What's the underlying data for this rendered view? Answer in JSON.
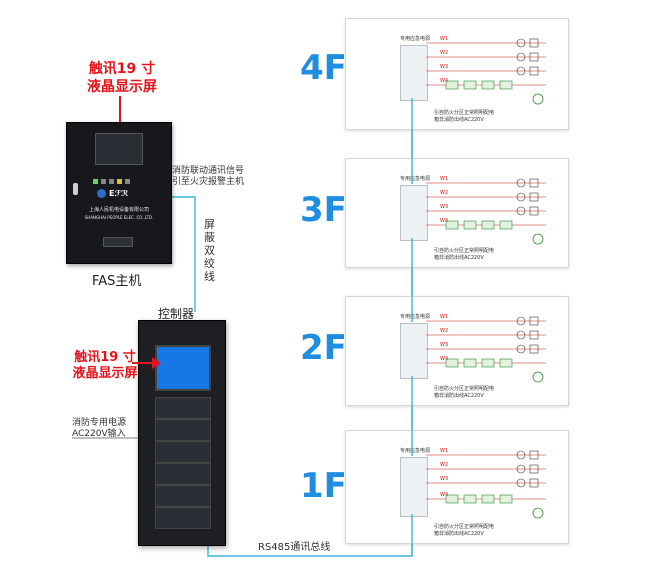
{
  "fas": {
    "display_label_line1": "触讯19 寸",
    "display_label_line2": "液晶显示屏",
    "brand": "Eℱℛ",
    "company_cn": "上海人民机电设备有限公司",
    "company_en": "SHANGHAI PEOPLE ELEC. CO.,LTD.",
    "caption": "FAS主机"
  },
  "signal_note": {
    "line1": "消防联动通讯信号",
    "line2": "引至火灾报警主机"
  },
  "cable_label": "屏蔽双绞线",
  "controller": {
    "caption": "控制器",
    "display_label_line1": "触讯19 寸",
    "display_label_line2": "液晶显示屏"
  },
  "power_note": {
    "line1": "消防专用电源",
    "line2": "AC220V输入"
  },
  "bus_label": "RS485通讯总线",
  "floors": [
    {
      "label": "4F"
    },
    {
      "label": "3F"
    },
    {
      "label": "2F"
    },
    {
      "label": "1F"
    }
  ],
  "floor_panel": {
    "box_title": "专用应急电源",
    "circuits": [
      "W1",
      "W2",
      "W3",
      "W4"
    ],
    "note_line1": "引自防火分区正常照明配电",
    "note_line2": "箱非消防出线AC220V"
  },
  "colors": {
    "accent": "#1f8ee0",
    "alert_red": "#e3141c",
    "cable_cyan": "#3fb3d6",
    "cabinet_dark": "#1d1f23"
  }
}
